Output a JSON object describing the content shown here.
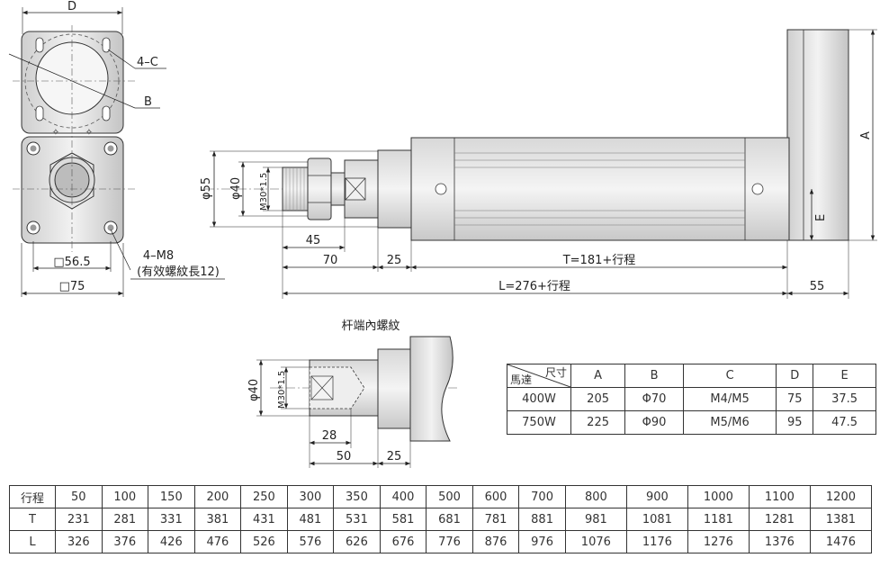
{
  "views": {
    "end_view": {
      "dim_D": "D",
      "label_4C": "4–C",
      "label_B": "B",
      "dim_56_5": "□56.5",
      "dim_75": "□75",
      "label_4M8": "4–M8",
      "label_thread_depth": "(有效螺紋長12)"
    },
    "side_view": {
      "dim_phi55": "φ55",
      "dim_phi40": "φ40",
      "dim_m30": "M30*1.5",
      "dim_45": "45",
      "dim_70": "70",
      "dim_25": "25",
      "dim_T": "T=181+行程",
      "dim_L": "L=276+行程",
      "dim_55": "55",
      "dim_A": "A",
      "dim_E": "E"
    },
    "detail_view": {
      "title": "杆端內螺紋",
      "dim_phi40": "φ40",
      "dim_m30": "M30*1.5",
      "dim_28": "28",
      "dim_50": "50",
      "dim_25": "25"
    }
  },
  "motor_table": {
    "corner_top": "尺寸",
    "corner_bottom": "馬達",
    "headers": [
      "A",
      "B",
      "C",
      "D",
      "E"
    ],
    "rows": [
      {
        "motor": "400W",
        "values": [
          "205",
          "Φ70",
          "M4/M5",
          "75",
          "37.5"
        ]
      },
      {
        "motor": "750W",
        "values": [
          "225",
          "Φ90",
          "M5/M6",
          "95",
          "47.5"
        ]
      }
    ]
  },
  "stroke_table": {
    "rows": [
      {
        "label": "行程",
        "values": [
          "50",
          "100",
          "150",
          "200",
          "250",
          "300",
          "350",
          "400",
          "500",
          "600",
          "700",
          "800",
          "900",
          "1000",
          "1100",
          "1200"
        ]
      },
      {
        "label": "T",
        "values": [
          "231",
          "281",
          "331",
          "381",
          "431",
          "481",
          "531",
          "581",
          "681",
          "781",
          "881",
          "981",
          "1081",
          "1181",
          "1281",
          "1381"
        ]
      },
      {
        "label": "L",
        "values": [
          "326",
          "376",
          "426",
          "476",
          "526",
          "576",
          "626",
          "676",
          "776",
          "876",
          "976",
          "1076",
          "1176",
          "1276",
          "1376",
          "1476"
        ]
      }
    ]
  }
}
